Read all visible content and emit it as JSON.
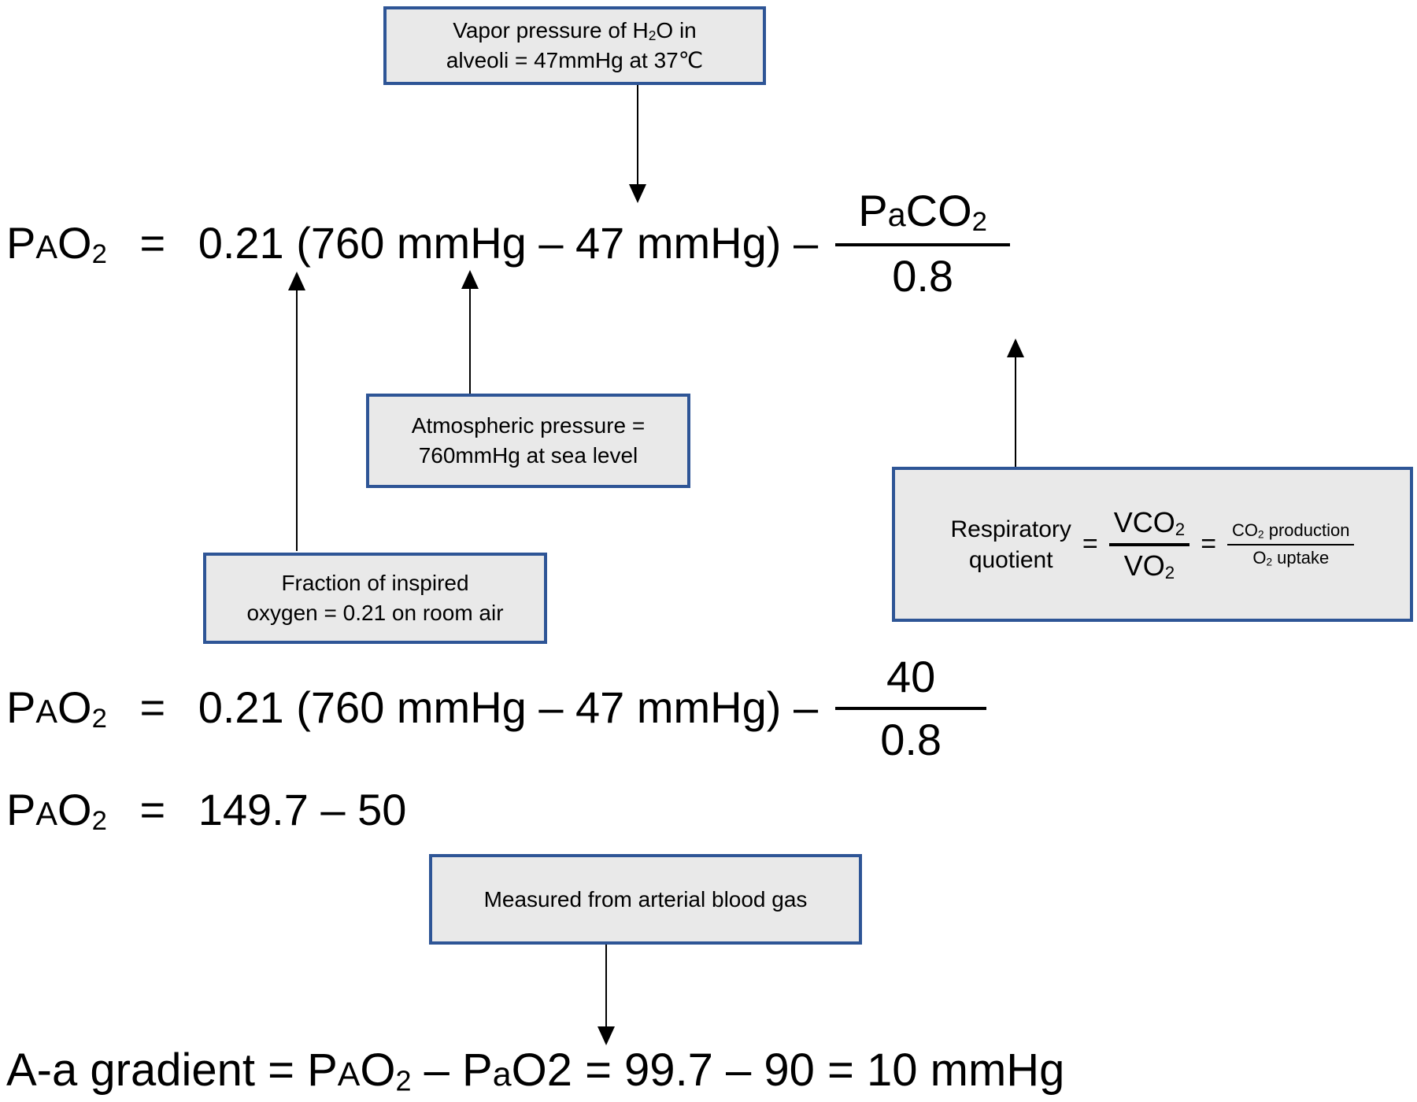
{
  "colors": {
    "box_border": "#2E5596",
    "box_fill": "#E9E9E9",
    "text": "#000000",
    "background": "#FFFFFF",
    "arrow": "#000000"
  },
  "callouts": {
    "vapor_pressure": {
      "lines": [
        [
          {
            "t": "Vapor pressure of H"
          },
          {
            "t": "2",
            "v": "sub"
          },
          {
            "t": "O in"
          }
        ],
        [
          {
            "t": "alveoli = 47mmHg at 37℃"
          }
        ]
      ]
    },
    "atmospheric": {
      "lines": [
        [
          {
            "t": "Atmospheric pressure ="
          }
        ],
        [
          {
            "t": "760mmHg at sea level"
          }
        ]
      ]
    },
    "inspired_oxygen": {
      "lines": [
        [
          {
            "t": "Fraction of inspired"
          }
        ],
        [
          {
            "t": "oxygen = 0.21 on room air"
          }
        ]
      ]
    },
    "respiratory_quotient": {
      "label_lines": [
        [
          {
            "t": "Respiratory"
          }
        ],
        [
          {
            "t": "quotient"
          }
        ]
      ],
      "equals1": "=",
      "frac1_num": [
        {
          "t": "VCO"
        },
        {
          "t": "2",
          "v": "sub"
        }
      ],
      "frac1_den": [
        {
          "t": "VO"
        },
        {
          "t": "2",
          "v": "sub"
        }
      ],
      "equals2": "=",
      "frac2_num": [
        {
          "t": "CO"
        },
        {
          "t": "2",
          "v": "sub"
        },
        {
          "t": " production"
        }
      ],
      "frac2_den": [
        {
          "t": "O"
        },
        {
          "t": "2",
          "v": "sub"
        },
        {
          "t": " uptake"
        }
      ]
    },
    "arterial_blood_gas": {
      "lines": [
        [
          {
            "t": "Measured from arterial blood gas"
          }
        ]
      ]
    }
  },
  "equations": {
    "eq1": {
      "lhs": [
        {
          "t": "P"
        },
        {
          "t": "A",
          "v": "sm"
        },
        {
          "t": "O"
        },
        {
          "t": "2",
          "v": "sub"
        }
      ],
      "equals": "=",
      "body": "0.21 (760 mmHg – 47 mmHg) –",
      "frac_num": [
        {
          "t": "P"
        },
        {
          "t": "a",
          "v": "sm"
        },
        {
          "t": "CO"
        },
        {
          "t": "2",
          "v": "sub"
        }
      ],
      "frac_den": "0.8"
    },
    "eq2": {
      "lhs": [
        {
          "t": "P"
        },
        {
          "t": "A",
          "v": "sm"
        },
        {
          "t": "O"
        },
        {
          "t": "2",
          "v": "sub"
        }
      ],
      "equals": "=",
      "body": "0.21 (760 mmHg – 47 mmHg) –",
      "frac_num": [
        {
          "t": "40"
        }
      ],
      "frac_den": "0.8"
    },
    "eq3": {
      "lhs": [
        {
          "t": "P"
        },
        {
          "t": "A",
          "v": "sm"
        },
        {
          "t": "O"
        },
        {
          "t": "2",
          "v": "sub"
        }
      ],
      "equals": "=",
      "body": "149.7 – 50"
    },
    "final": [
      {
        "t": "A-a gradient = "
      },
      {
        "t": "P"
      },
      {
        "t": "A",
        "v": "sm"
      },
      {
        "t": "O"
      },
      {
        "t": "2",
        "v": "sub"
      },
      {
        "t": " – "
      },
      {
        "t": "P"
      },
      {
        "t": "a",
        "v": "sm"
      },
      {
        "t": "O2"
      },
      {
        "t": " = 99.7 – 90 = 10 mmHg"
      }
    ]
  }
}
